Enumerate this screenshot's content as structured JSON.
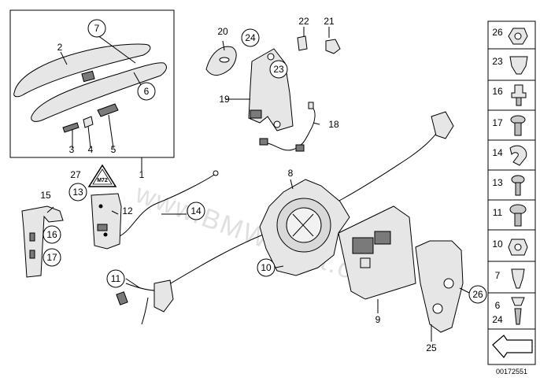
{
  "diagram_id": "00172551",
  "watermark": "www.BMW-Part.org",
  "callouts": {
    "c1": "1",
    "c2": "2",
    "c3": "3",
    "c4": "4",
    "c5": "5",
    "c6": "6",
    "c7": "7",
    "c8": "8",
    "c9": "9",
    "c10": "10",
    "c11": "11",
    "c12": "12",
    "c13": "13",
    "c14": "14",
    "c15": "15",
    "c16": "16",
    "c17": "17",
    "c18": "18",
    "c19": "19",
    "c20": "20",
    "c21": "21",
    "c22": "22",
    "c23": "23",
    "c24": "24",
    "c25": "25",
    "c26": "26",
    "c27": "27"
  },
  "triangle_label": "M72",
  "sidebar": {
    "s26": "26",
    "s23": "23",
    "s16": "16",
    "s17": "17",
    "s14": "14",
    "s13": "13",
    "s11": "11",
    "s10": "10",
    "s7": "7",
    "s6": "6",
    "s24": "24"
  }
}
